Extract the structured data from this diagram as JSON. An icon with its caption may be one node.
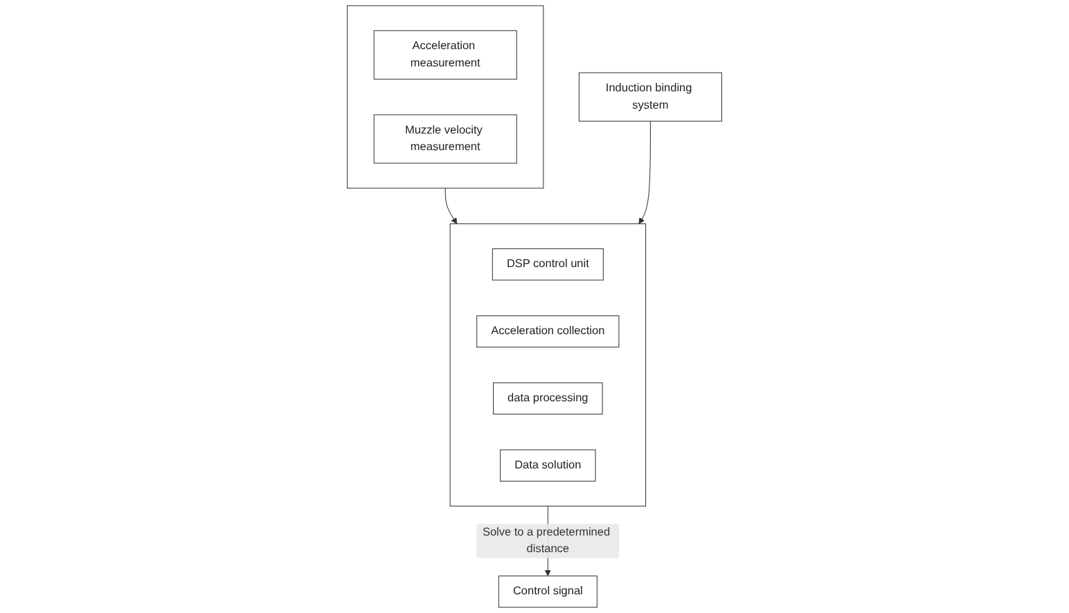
{
  "diagram": {
    "nodes": [
      {
        "text": [],
        "shape": "box"
      },
      {
        "text": [
          "Acceleration measurement"
        ],
        "in": 0
      },
      {
        "text": [
          "Muzzle velocity measurement"
        ],
        "in": 0
      },
      {
        "text": [],
        "shape": "box"
      },
      {
        "text": [
          "DSP control unit"
        ],
        "in": 3
      },
      {
        "text": [
          "Acceleration collection"
        ],
        "in": 3
      },
      {
        "text": [
          "data processing"
        ],
        "in": 3
      },
      {
        "text": [
          "Data solution"
        ],
        "in": 3
      },
      {
        "text": [
          "Control signal"
        ]
      },
      {
        "text": [
          "Induction binding system"
        ]
      }
    ],
    "edges": [
      {
        "from": 0,
        "to": 3,
        "arrow": "to"
      },
      {
        "from": 3,
        "to": 8,
        "arrow": "to",
        "label": "Solve to a predetermined distance"
      },
      {
        "from": 9,
        "to": 3,
        "arrow": "to"
      }
    ]
  }
}
